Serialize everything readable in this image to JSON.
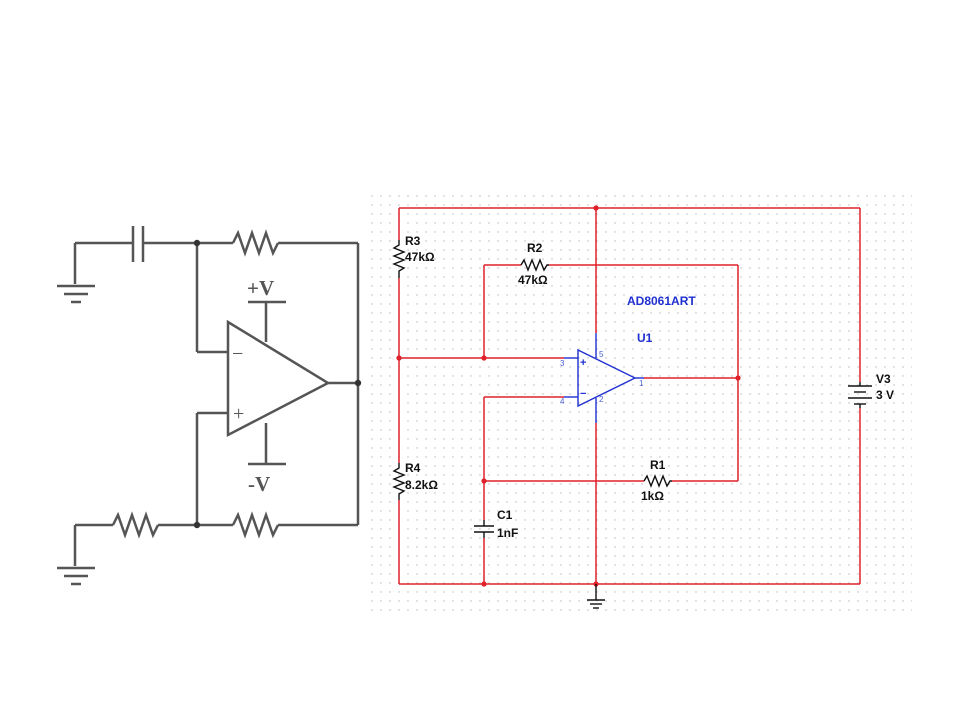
{
  "left_schematic": {
    "pos_supply": "+V",
    "neg_supply": "-V",
    "inv_sign": "−",
    "noninv_sign": "+"
  },
  "right_schematic": {
    "components": {
      "R3": {
        "ref": "R3",
        "value": "47kΩ"
      },
      "R2": {
        "ref": "R2",
        "value": "47kΩ"
      },
      "R4": {
        "ref": "R4",
        "value": "8.2kΩ"
      },
      "R1": {
        "ref": "R1",
        "value": "1kΩ"
      },
      "C1": {
        "ref": "C1",
        "value": "1nF"
      },
      "V3": {
        "ref": "V3",
        "value": "3 V"
      },
      "U1": {
        "ref": "U1",
        "part": "AD8061ART"
      }
    },
    "opamp_pins": {
      "noninv": "3",
      "inv": "4",
      "vpos": "5",
      "vneg": "2",
      "out": "1"
    },
    "opamp_signs": {
      "plus": "+",
      "minus": "−"
    }
  },
  "colors": {
    "left_wire": "#555555",
    "wire": "#e0202a",
    "component": "#111111",
    "opamp": "#1f2fd1",
    "grid_dot": "#b8b8b8"
  }
}
